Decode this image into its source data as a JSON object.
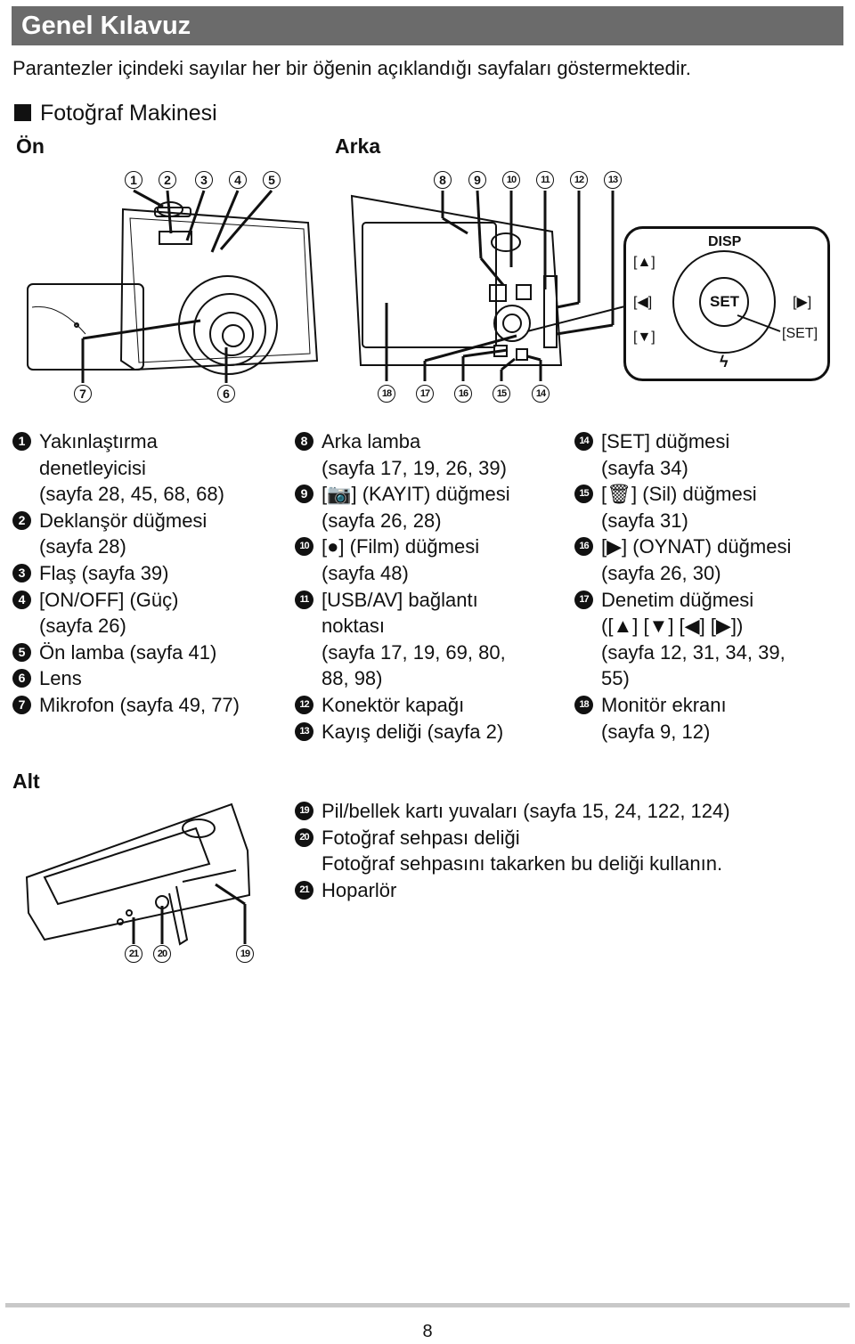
{
  "header": {
    "title": "Genel Kılavuz"
  },
  "intro": "Parantezler içindeki sayılar her bir öğenin açıklandığı sayfaları göstermektedir.",
  "section": {
    "title": "Fotoğraf Makinesi"
  },
  "views": {
    "front": "Ön",
    "back": "Arka",
    "bottom": "Alt"
  },
  "callouts": {
    "front_top": [
      "1",
      "2",
      "3",
      "4",
      "5"
    ],
    "back_top": [
      "8",
      "9",
      "10",
      "11",
      "12",
      "13"
    ],
    "front_bottom": [
      "7",
      "6"
    ],
    "back_bottom": [
      "18",
      "17",
      "16",
      "15",
      "14"
    ],
    "bottom_view": [
      "21",
      "20",
      "19"
    ]
  },
  "dpad": {
    "disp": "DISP",
    "set": "SET",
    "up": "[▲]",
    "left": "[◀]",
    "right": "[▶]",
    "down": "[▼]",
    "set_label": "[SET]",
    "flash": "ϟ"
  },
  "col1": [
    {
      "n": "1",
      "lines": [
        "Yakınlaştırma",
        "denetleyicisi",
        "(sayfa 28, 45, 68, 68)"
      ]
    },
    {
      "n": "2",
      "lines": [
        "Deklanşör düğmesi",
        "(sayfa 28)"
      ]
    },
    {
      "n": "3",
      "lines": [
        "Flaş (sayfa 39)"
      ]
    },
    {
      "n": "4",
      "lines": [
        "[ON/OFF] (Güç)",
        "(sayfa 26)"
      ]
    },
    {
      "n": "5",
      "lines": [
        "Ön lamba (sayfa 41)"
      ]
    },
    {
      "n": "6",
      "lines": [
        "Lens"
      ]
    },
    {
      "n": "7",
      "lines": [
        "Mikrofon (sayfa 49, 77)"
      ]
    }
  ],
  "col2": [
    {
      "n": "8",
      "lines": [
        "Arka lamba",
        "(sayfa 17, 19, 26, 39)"
      ]
    },
    {
      "n": "9",
      "lines": [
        "[📷] (KAYIT) düğmesi",
        "(sayfa 26, 28)"
      ]
    },
    {
      "n": "10",
      "lines": [
        "[●] (Film) düğmesi",
        "(sayfa 48)"
      ]
    },
    {
      "n": "11",
      "lines": [
        "[USB/AV] bağlantı",
        "noktası",
        "(sayfa 17, 19, 69, 80,",
        " 88, 98)"
      ]
    },
    {
      "n": "12",
      "lines": [
        "Konektör kapağı"
      ]
    },
    {
      "n": "13",
      "lines": [
        "Kayış deliği (sayfa 2)"
      ]
    }
  ],
  "col3": [
    {
      "n": "14",
      "lines": [
        "[SET] düğmesi",
        "(sayfa 34)"
      ]
    },
    {
      "n": "15",
      "lines": [
        "[🗑] (Sil) düğmesi",
        "(sayfa 31)"
      ]
    },
    {
      "n": "16",
      "lines": [
        "[▶] (OYNAT) düğmesi",
        "(sayfa 26, 30)"
      ]
    },
    {
      "n": "17",
      "lines": [
        "Denetim düğmesi",
        "([▲] [▼] [◀] [▶])",
        "(sayfa 12, 31, 34, 39,",
        " 55)"
      ]
    },
    {
      "n": "18",
      "lines": [
        "Monitör ekranı",
        "(sayfa 9, 12)"
      ]
    }
  ],
  "col4": [
    {
      "n": "19",
      "lines": [
        "Pil/bellek kartı yuvaları (sayfa 15, 24, 122, 124)"
      ]
    },
    {
      "n": "20",
      "lines": [
        "Fotoğraf sehpası deliği",
        "Fotoğraf sehpasını takarken bu deliği kullanın."
      ]
    },
    {
      "n": "21",
      "lines": [
        "Hoparlör"
      ]
    }
  ],
  "page_number": "8"
}
